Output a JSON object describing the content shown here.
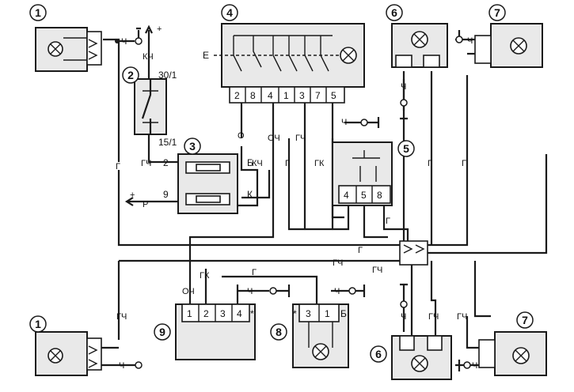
{
  "components": {
    "c1_top": "1",
    "c2": "2",
    "c3": "3",
    "c4": "4",
    "c5": "5",
    "c6_top": "6",
    "c7_top": "7",
    "c1_bottom": "1",
    "c9": "9",
    "c8": "8",
    "c6_bottom": "6",
    "c7_bottom": "7"
  },
  "switch2": {
    "upper_terminal": "30/1",
    "lower_terminal": "15/1"
  },
  "relay4": {
    "pins": [
      "2",
      "8",
      "4",
      "1",
      "3",
      "7",
      "5"
    ],
    "left_mark": "E"
  },
  "relay5": {
    "pins": [
      "4",
      "5",
      "8"
    ]
  },
  "block9": {
    "pins": [
      "1",
      "2",
      "3",
      "4"
    ],
    "star": "*"
  },
  "block8": {
    "pins": [
      "3",
      "1"
    ],
    "star": "*",
    "right_wire": "Б"
  },
  "fuse3": {
    "left_top_pin": "2",
    "left_bottom_pin": "9",
    "right_top_wire": "Б",
    "right_bottom_wire": "К"
  },
  "wires": {
    "ch": "Ч",
    "g": "Г",
    "gch": "ГЧ",
    "gk": "ГК",
    "kch": "КЧ",
    "och": "ОЧ",
    "o": "О",
    "k": "К",
    "b": "Б",
    "plus": "+",
    "p": "Р"
  }
}
